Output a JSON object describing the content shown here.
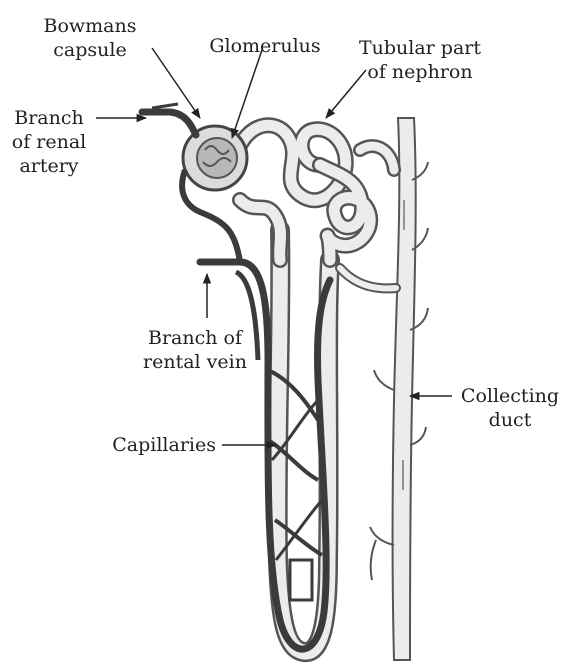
{
  "diagram": {
    "labels": {
      "bowmans_capsule": [
        "Bowmans",
        "capsule"
      ],
      "glomerulus": [
        "Glomerulus"
      ],
      "tubular_part": [
        "Tubular part",
        "of nephron"
      ],
      "renal_artery": [
        "Branch",
        "of renal",
        "artery"
      ],
      "renal_vein": [
        "Branch of",
        "rental vein"
      ],
      "capillaries": [
        "Capillaries"
      ],
      "collecting_duct": [
        "Collecting",
        "duct"
      ]
    },
    "colors": {
      "ink": "#222222",
      "tubule_fill": "#e9e9e9",
      "vessel": "#4a4a4a",
      "vessel_light": "#bdbdbd"
    }
  }
}
